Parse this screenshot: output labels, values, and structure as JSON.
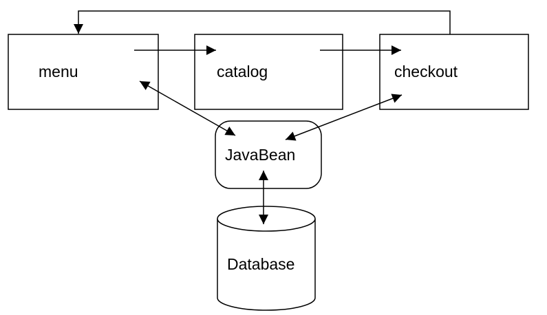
{
  "nodes": {
    "menu": {
      "label": "menu"
    },
    "catalog": {
      "label": "catalog"
    },
    "checkout": {
      "label": "checkout"
    },
    "javabean": {
      "label": "JavaBean"
    },
    "database": {
      "label": "Database"
    }
  },
  "edges": [
    {
      "from": "menu",
      "to": "catalog",
      "direction": "one-way"
    },
    {
      "from": "catalog",
      "to": "checkout",
      "direction": "one-way"
    },
    {
      "from": "checkout",
      "to": "menu",
      "direction": "one-way"
    },
    {
      "from": "menu",
      "to": "javabean",
      "direction": "two-way"
    },
    {
      "from": "checkout",
      "to": "javabean",
      "direction": "two-way"
    },
    {
      "from": "javabean",
      "to": "database",
      "direction": "two-way"
    }
  ],
  "colors": {
    "stroke": "#000000",
    "background": "#ffffff"
  }
}
